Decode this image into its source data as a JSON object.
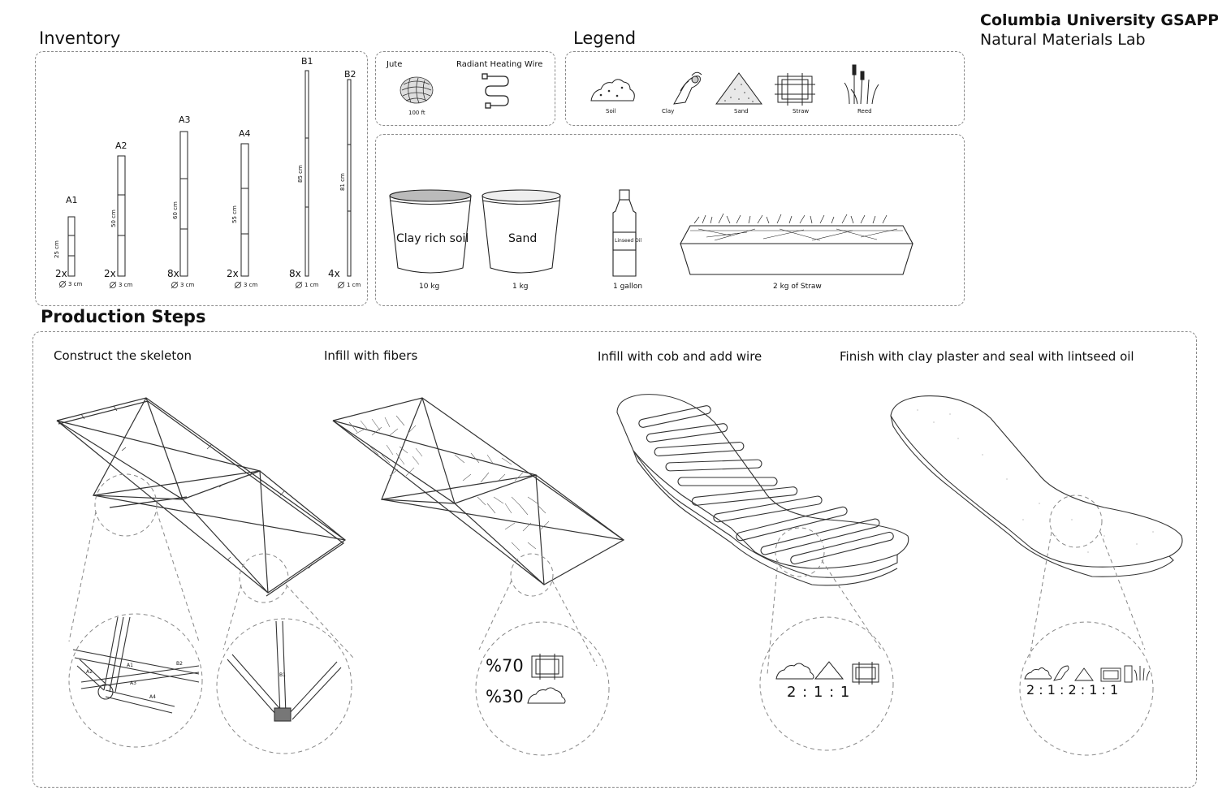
{
  "header": {
    "university": "Columbia University GSAPP",
    "lab": "Natural Materials Lab"
  },
  "inventory": {
    "title": "Inventory",
    "sticks": [
      {
        "id": "A1",
        "length": "25 cm",
        "count": "2x",
        "diameter": "3 cm"
      },
      {
        "id": "A2",
        "length": "50 cm",
        "count": "2x",
        "diameter": "3 cm"
      },
      {
        "id": "A3",
        "length": "60 cm",
        "count": "8x",
        "diameter": "3 cm"
      },
      {
        "id": "A4",
        "length": "55 cm",
        "count": "2x",
        "diameter": "3 cm"
      },
      {
        "id": "B1",
        "length": "85 cm",
        "count": "8x",
        "diameter": "1 cm"
      },
      {
        "id": "B2",
        "length": "81 cm",
        "count": "4x",
        "diameter": "1 cm"
      }
    ],
    "jute": {
      "label": "Jute",
      "qty": "100 ft"
    },
    "wire": {
      "label": "Radiant Heating Wire"
    },
    "materials": [
      {
        "label": "Clay rich soil",
        "qty": "10 kg"
      },
      {
        "label": "Sand",
        "qty": "1 kg"
      },
      {
        "label": "Linseed Oil",
        "qty": "1 gallon"
      },
      {
        "label": "",
        "qty": "2 kg of Straw"
      }
    ]
  },
  "legend": {
    "title": "Legend",
    "items": [
      "Soil",
      "Clay",
      "Sand",
      "Straw",
      "Reed"
    ]
  },
  "production": {
    "title": "Production Steps",
    "steps": [
      "Construct the skeleton",
      "Infill with fibers",
      "Infill with cob and add wire",
      "Finish with clay plaster and seal with lintseed oil"
    ],
    "fiber_ratio": [
      "%70",
      "%30"
    ],
    "cob_ratio": "2 : 1 : 1",
    "plaster_ratio": "2 : 1 : 2 : 1 : 1",
    "detail_labels": [
      "A2",
      "A1",
      "B2",
      "A3",
      "A4",
      "B1"
    ]
  }
}
